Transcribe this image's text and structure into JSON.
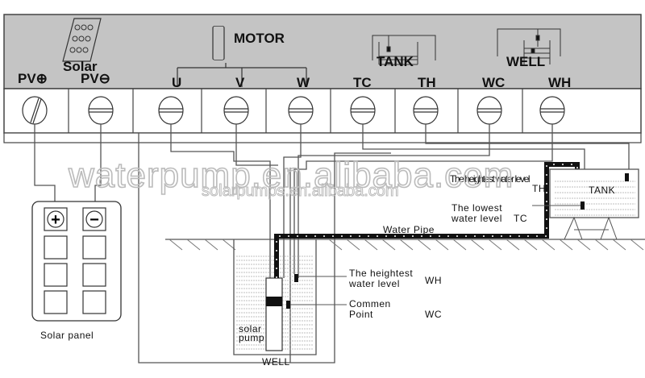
{
  "controller": {
    "solar_label": "Solar",
    "motor_label": "MOTOR",
    "tank_label": "TANK",
    "well_label": "WELL",
    "terminals": [
      "PV⊕",
      "PV⊖",
      "U",
      "V",
      "W",
      "TC",
      "TH",
      "WC",
      "WH"
    ]
  },
  "solar_panel": {
    "label": "Solar panel",
    "plus": "+",
    "minus": "−"
  },
  "tank": {
    "label": "TANK",
    "highest": "The heightest water level",
    "highest_code": "TH",
    "lowest_line1": "The lowest",
    "lowest_line2": "water level",
    "lowest_code": "TC"
  },
  "pipe_label": "Water Pipe",
  "well": {
    "label": "WELL",
    "pump_line1": "solar",
    "pump_line2": "pump",
    "highest_line1": "The heightest",
    "highest_line2": "water level",
    "highest_code": "WH",
    "common_line1": "Commen",
    "common_line2": "Point",
    "common_code": "WC"
  },
  "watermark": {
    "main": "waterpump.en.alibaba.com",
    "sub": "solarpumps.en.alibaba.com"
  }
}
